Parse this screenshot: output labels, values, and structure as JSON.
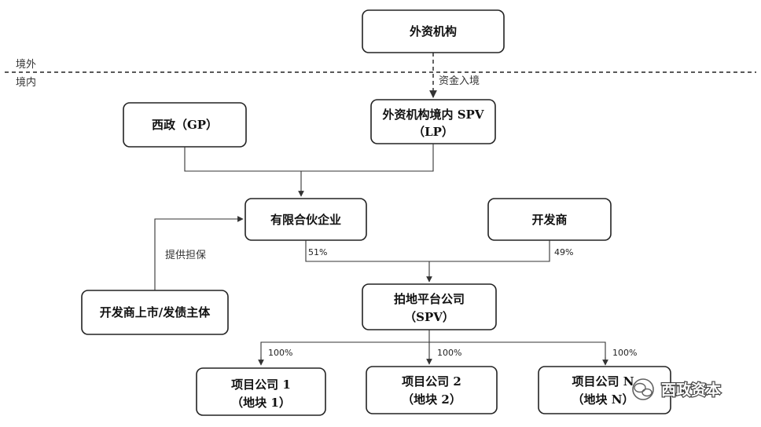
{
  "border": {
    "outside": "境外",
    "inside": "境内"
  },
  "nodes": {
    "foreign": {
      "l1": "外资机构"
    },
    "foreign_spv": {
      "l1": "外资机构境内 SPV",
      "l2": "（LP）"
    },
    "gp": {
      "l1": "西政（GP）"
    },
    "partnership": {
      "l1": "有限合伙企业"
    },
    "developer": {
      "l1": "开发商"
    },
    "guarantor": {
      "l1": "开发商上市/发债主体"
    },
    "platform": {
      "l1": "拍地平台公司",
      "l2": "（SPV）"
    },
    "proj1": {
      "l1": "项目公司 1",
      "l2": "（地块 1）"
    },
    "proj2": {
      "l1": "项目公司 2",
      "l2": "（地块 2）"
    },
    "projn": {
      "l1": "项目公司 N",
      "l2": "（地块 N）"
    }
  },
  "labels": {
    "capital_inflow": "资金入境",
    "guarantee": "提供担保",
    "pct_partnership": "51%",
    "pct_developer": "49%",
    "pct_proj1": "100%",
    "pct_proj2": "100%",
    "pct_projn": "100%"
  },
  "watermark": {
    "text": "西政资本",
    "icon": "wechat-icon"
  }
}
